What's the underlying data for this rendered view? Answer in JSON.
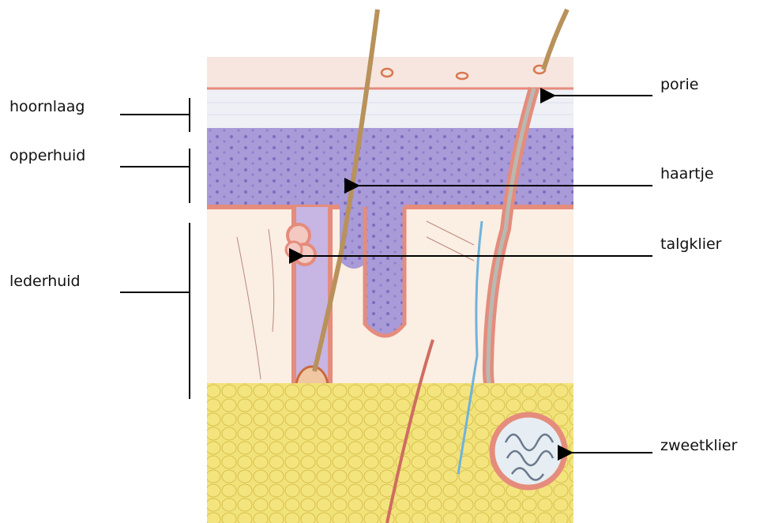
{
  "labels": {
    "left": {
      "hoornlaag": "hoornlaag",
      "opperhuid": "opperhuid",
      "lederhuid": "lederhuid"
    },
    "right": {
      "porie": "porie",
      "haartje": "haartje",
      "talgklier": "talgklier",
      "zweetklier": "zweetklier"
    }
  },
  "colors": {
    "background": "#ffffff",
    "skin_surface": "#f6e6df",
    "horny_layer": "#eef0f6",
    "epidermis": "#a99ad8",
    "dermis": "#fbeee3",
    "border_pink": "#e58c7c",
    "fat_yellow": "#f2e27a",
    "hair_brown": "#b8925a",
    "vessel_blue": "#6fb3dd",
    "line_black": "#000000"
  }
}
